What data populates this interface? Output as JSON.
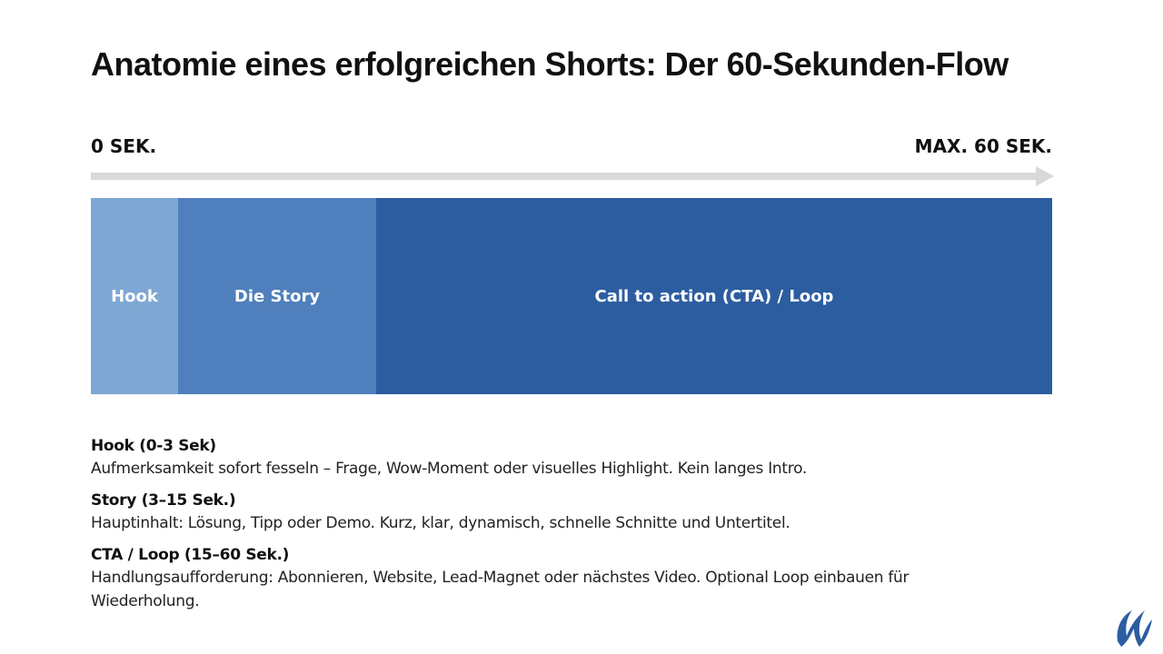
{
  "title": "Anatomie eines erfolgreichen Shorts: Der 60-Sekunden-Flow",
  "timeline": {
    "start_label": "0 SEK.",
    "end_label": "MAX. 60 SEK."
  },
  "segments": [
    {
      "label": "Hook",
      "color": "#7fa7d3"
    },
    {
      "label": "Die Story",
      "color": "#4f7fbc"
    },
    {
      "label": "Call to action (CTA) / Loop",
      "color": "#2c5da0"
    }
  ],
  "descriptions": [
    {
      "title": "Hook (0-3 Sek)",
      "text": "Aufmerksamkeit sofort fesseln – Frage, Wow-Moment oder visuelles Highlight. Kein langes Intro."
    },
    {
      "title": "Story (3–15 Sek.)",
      "text": "Hauptinhalt: Lösung, Tipp oder Demo. Kurz, klar, dynamisch, schnelle Schnitte und Untertitel."
    },
    {
      "title": "CTA / Loop (15–60 Sek.)",
      "text": "Handlungsaufforderung: Abonnieren, Website, Lead-Magnet oder nächstes Video. Optional Loop einbauen für Wiederholung."
    }
  ],
  "colors": {
    "arrow": "#d9d9d9",
    "logo": "#2c5da0"
  },
  "icons": {
    "logo": "brand-w-logo-icon",
    "timeline": "arrow-right-icon"
  }
}
